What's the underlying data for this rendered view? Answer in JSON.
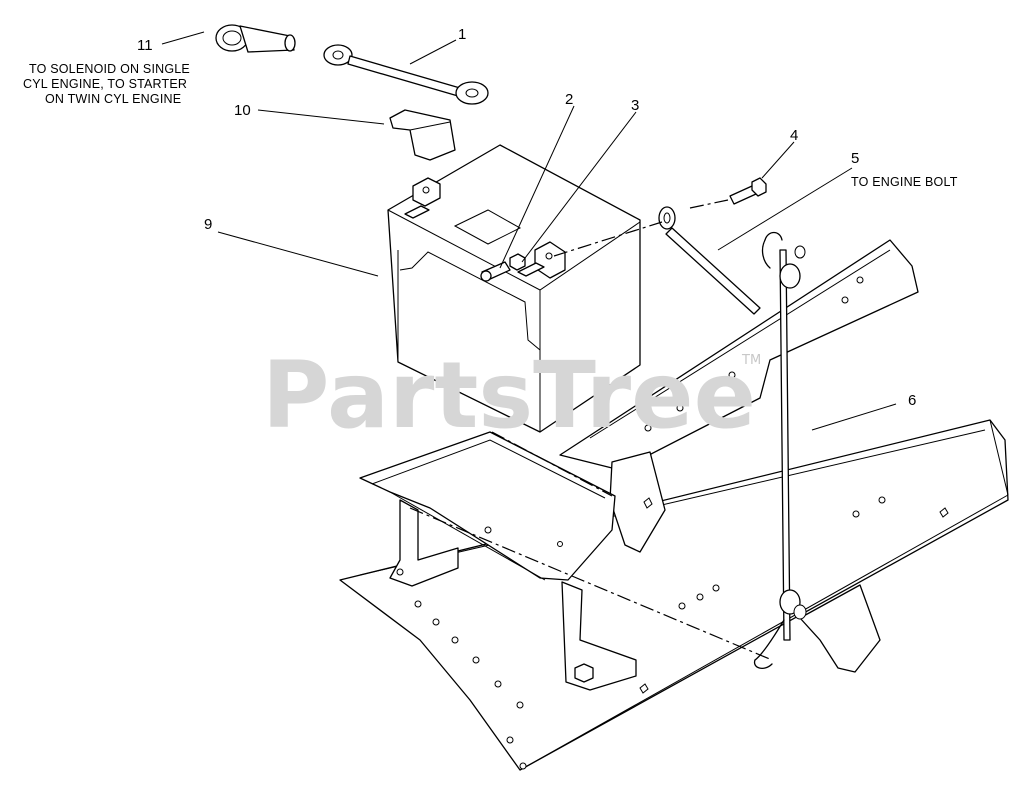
{
  "callouts": {
    "c1": "1",
    "c2": "2",
    "c3": "3",
    "c4": "4",
    "c5": "5",
    "c6": "6",
    "c9": "9",
    "c10": "10",
    "c11": "11"
  },
  "notes": {
    "solenoid_line1": "TO SOLENOID ON SINGLE",
    "solenoid_line2": "CYL ENGINE, TO STARTER",
    "solenoid_line3": "ON TWIN CYL ENGINE",
    "engine_bolt": "TO ENGINE BOLT"
  },
  "watermark": {
    "text": "PartsTree",
    "tm": "TM"
  }
}
